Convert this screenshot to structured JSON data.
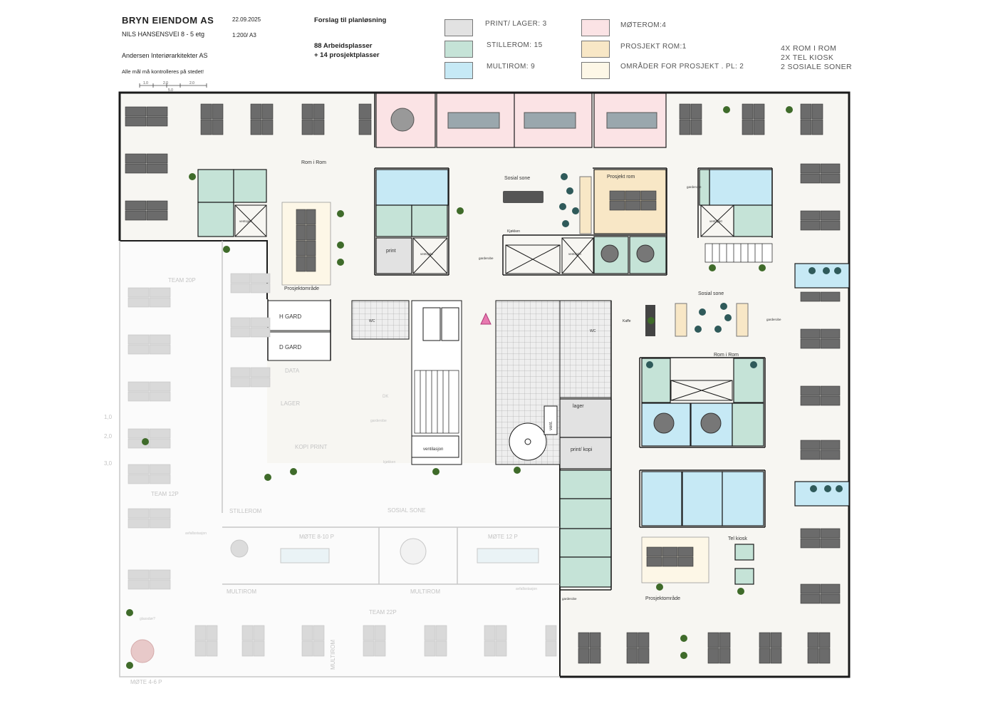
{
  "header": {
    "company": "BRYN EIENDOM AS",
    "date": "22.09.2025",
    "address": "NILS HANSENSVEI 8 - 5 etg",
    "scale": "1:200/ A3",
    "architect": "Andersen Interiørarkitekter AS",
    "note": "Alle mål må kontrolleres på stedet!",
    "proposal": "Forslag til planløsning",
    "workplaces": "88 Arbeidsplasser",
    "project_places": "+ 14 prosjektplasser"
  },
  "scale_bar": {
    "labels": [
      "1.0",
      "2.0",
      "2.0",
      "5.0"
    ]
  },
  "legend": [
    {
      "label": "PRINT/ LAGER: 3",
      "color": "#e2e2e2"
    },
    {
      "label": "STILLEROM: 15",
      "color": "#c5e3d7"
    },
    {
      "label": "MULTIROM: 9",
      "color": "#c6e9f5"
    },
    {
      "label": "MØTEROM:4",
      "color": "#fbe3e5"
    },
    {
      "label": "PROSJEKT ROM:1",
      "color": "#f8e7c6"
    },
    {
      "label": "OMRÅDER FOR PROSJEKT . PL: 2",
      "color": "#fdf7e7"
    }
  ],
  "summary": [
    "4X ROM I ROM",
    "2X TEL KIOSK",
    "2 SOSIALE SONER"
  ],
  "colors": {
    "wall": "#1a1a1a",
    "floor": "#f7f6f2",
    "desk": "#6b6b6b",
    "plant": "#3f6b2a",
    "seat": "#2f5a5a",
    "faded": "#bdbdbd"
  },
  "rooms": {
    "rom_i_rom_1": "Rom i Rom",
    "rom_i_rom_2": "Rom i Rom",
    "sosial_sone_1": "Sosial sone",
    "sosial_sone_2": "Sosial sone",
    "prosjekt_rom": "Prosjekt rom",
    "prosjektomrade_1": "Prosjektområde",
    "prosjektomrade_2": "Prosjektområde",
    "print": "print",
    "h_gard": "H GARD",
    "d_gard": "D GARD",
    "wc_1": "WC",
    "wc_2": "WC",
    "lager": "lager",
    "print_kopi": "print/ kopi",
    "ventilasjon": "ventilasjon",
    "vent": "vent.",
    "kjokken": "Kjøkken",
    "kaffe": "Kaffe",
    "telkiosk": "Tel kiosk",
    "garderobe_1": "garderobe",
    "garderobe_2": "garderobe",
    "garderobe_3": "garderobe",
    "garderobe_4": "garderobe",
    "ventsjakt_1": "ventsjakt",
    "ventsjakt_2": "ventsjakt",
    "ventsjakt_3": "ventsjakt",
    "ventsjakt_4": "ventsjakt"
  },
  "existing": {
    "team_20p": "TEAM 20P",
    "team_12p": "TEAM 12P",
    "team_22p": "TEAM 22P",
    "data": "DATA",
    "lager": "LAGER",
    "kopi_print": "KOPI PRINT",
    "stillerom": "STILLEROM",
    "sosial_sone": "SOSIAL SONE",
    "mote_8_10": "MØTE 8-10 P",
    "mote_12": "MØTE 12 P",
    "mote_4_6": "MØTE 4-6 P",
    "multirom_1": "MULTIROM",
    "multirom_2": "MULTIROM",
    "multirom_3": "MULTIROM",
    "dk": "DK",
    "gardermobe": "garderobe",
    "kjokken": "kjøkken",
    "avfall_1": "avfallsstasjon",
    "avfall_2": "avfallsstasjon",
    "glassdor": "glassdør?",
    "dim_1": "1,0",
    "dim_2": "2,0",
    "dim_3": "3,0"
  }
}
